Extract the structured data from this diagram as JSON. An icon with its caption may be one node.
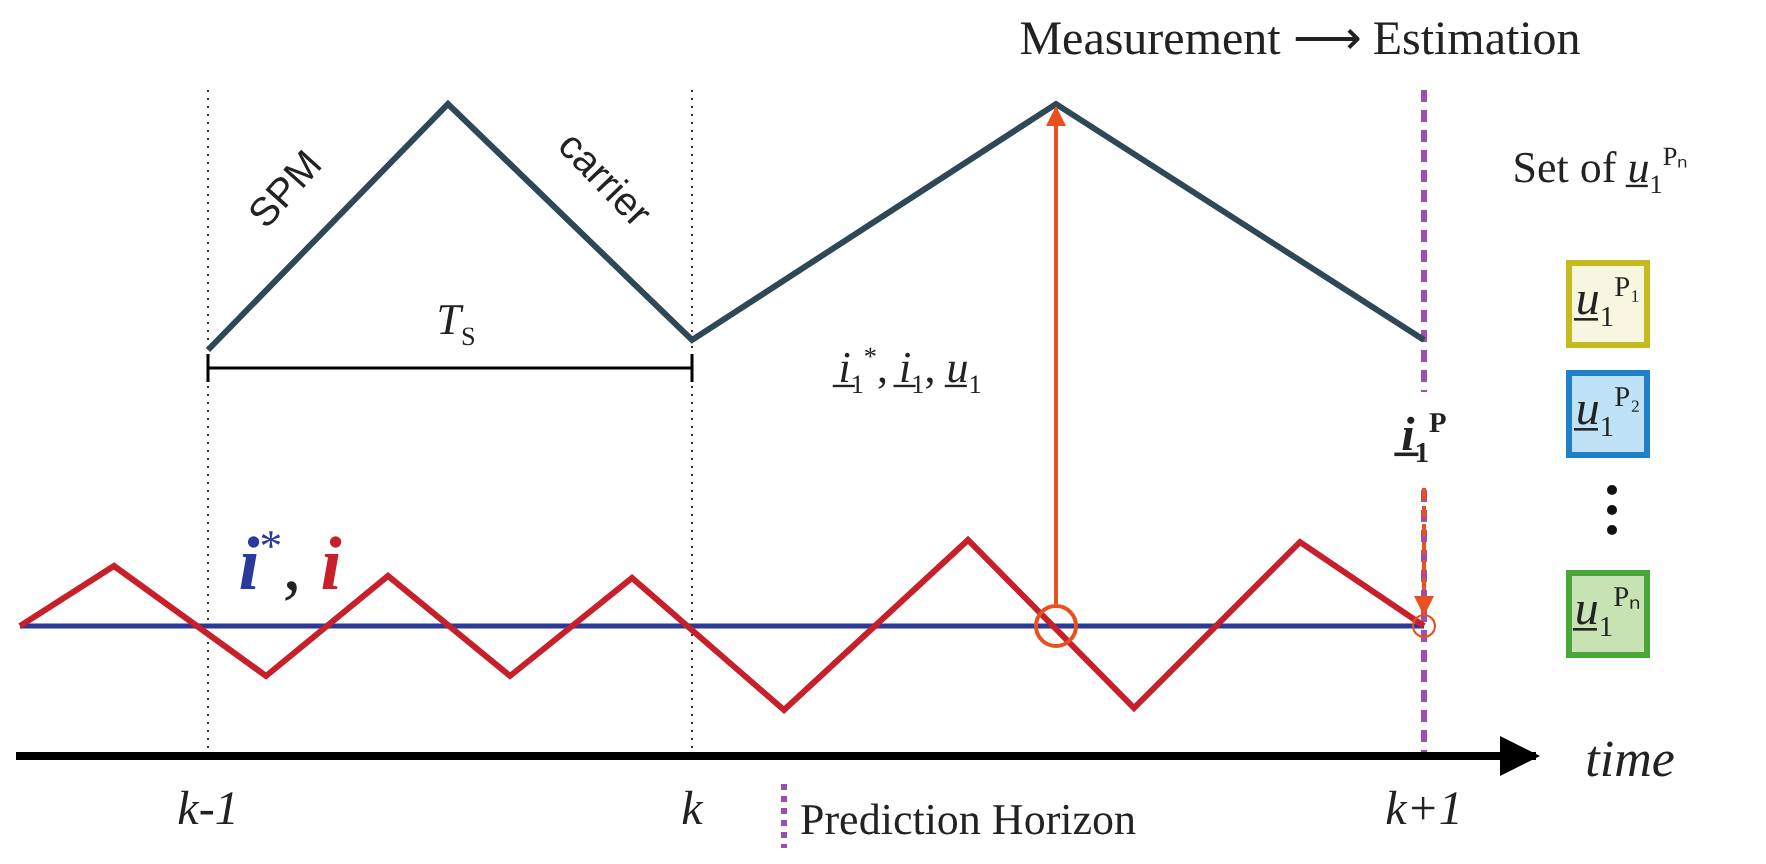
{
  "diagram": {
    "nodes": [
      {
        "text": [],
        "shape": "circle"
      },
      {
        "text": [
          "*i̲*$_{1}$$^{P}$"
        ]
      },
      {
        "text": [],
        "shape": "circle"
      },
      {
        "text": [
          "*u̲*$_{1}$$^{P₁}$"
        ]
      },
      {
        "text": [
          "*u̲*$_{1}$$^{P₂}$"
        ]
      },
      {
        "text": [
          "*u̲*$_{1}$$^{Pₙ}$"
        ]
      }
    ],
    "edges": [
      {
        "from": 0,
        "to": null,
        "arrow": "to"
      },
      {
        "from": 1,
        "to": 2,
        "arrow": "to",
        "style": "dashed"
      }
    ],
    "labels": [
      "Measurement ⟶ Estimation",
      "SPM",
      "carrier",
      "Set of *u̲*$_{1}$$^{Pₙ}$",
      "*T*$_{S}$",
      "*i̲*$_{1}$$^{*}$, *i̲*$_{1}$, *u̲*$_{1}$",
      "*i*$^{*}$, *i*",
      "k-1",
      "k",
      "k+1",
      "time"
    ],
    "legend": [
      {
        "text": "Prediction Horizon"
      }
    ]
  }
}
